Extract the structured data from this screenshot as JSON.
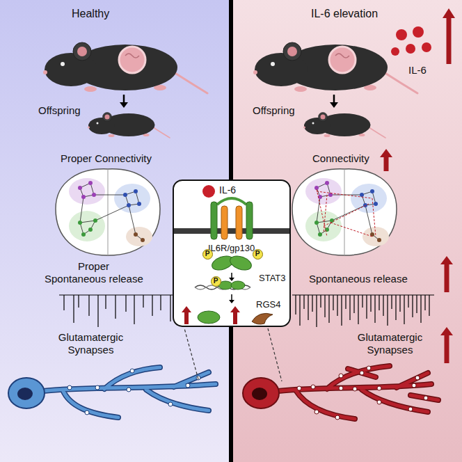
{
  "diagram": {
    "nodes": [
      {
        "text": [
          "IL-6",
          "IL6R/gp130",
          "STAT3",
          "RGS4"
        ]
      },
      {
        "text": [
          "P"
        ],
        "in": 0
      },
      {
        "text": [
          "P"
        ],
        "in": 0
      },
      {
        "text": [
          "P"
        ],
        "in": 0
      }
    ],
    "labels": [
      "Healthy",
      "Offspring",
      "Proper Connectivity",
      "Proper",
      "Spontaneous release",
      "Glutamatergic Synapses",
      "IL-6 elevation",
      "IL-6",
      "Offspring",
      "Connectivity",
      "Spontaneous release",
      "Glutamatergic Synapses"
    ]
  }
}
